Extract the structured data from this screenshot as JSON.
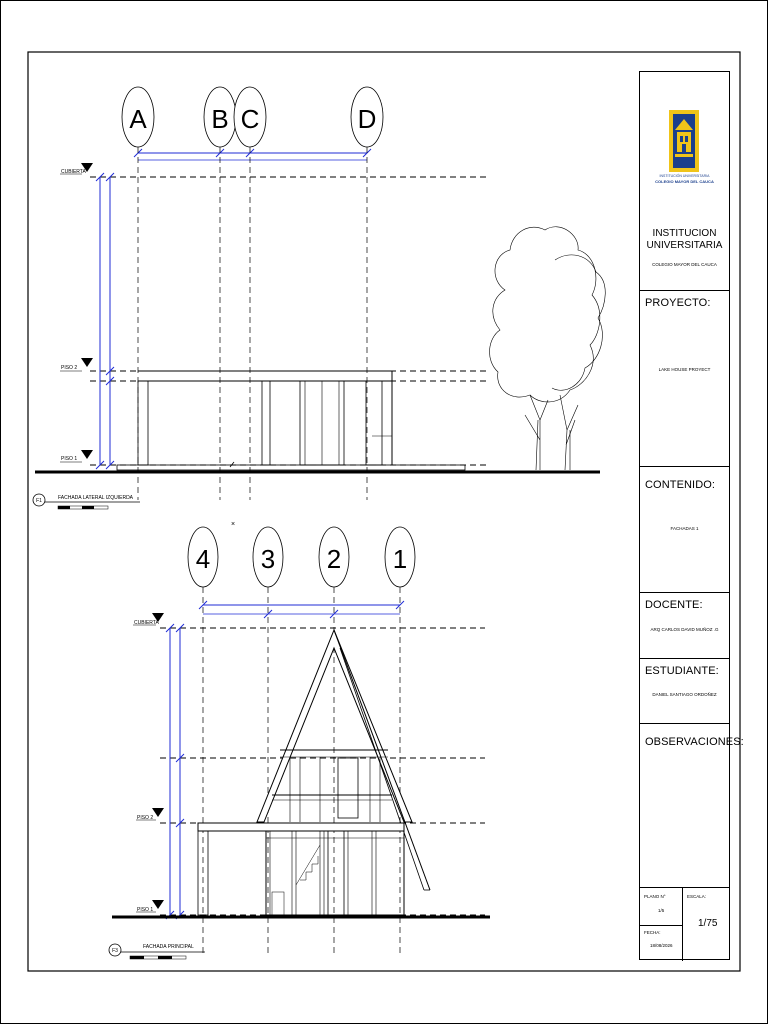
{
  "grid_top": {
    "a": "A",
    "b": "B",
    "c": "C",
    "d": "D"
  },
  "grid_bottom": {
    "g4": "4",
    "g3": "3",
    "g2": "2",
    "g1": "1"
  },
  "levels": {
    "cubierta": "CUBIERTA",
    "piso2": "PISO 2",
    "piso1": "PISO 1"
  },
  "view1": {
    "marker": "F1",
    "title": "FACHADA LATERAL IZQUIERDA"
  },
  "view2": {
    "marker": "F3",
    "title": "FACHADA PRINCIPAL"
  },
  "title_block": {
    "institution_line1": "INSTITUCION",
    "institution_line2": "UNIVERSITARIA",
    "institution_sub": "COLEGIO MAYOR DEL CAUCA",
    "logo_text_line1": "INSTITUCIÓN UNIVERSITARIA",
    "logo_text_line2": "COLEGIO MAYOR DEL CAUCA",
    "proyecto_label": "PROYECTO:",
    "proyecto_value": "LAKE HOUSE PROYECT",
    "contenido_label": "CONTENIDO:",
    "contenido_value": "FACHADAS 1",
    "docente_label": "DOCENTE:",
    "docente_value": "ARQ CARLOS DAVID MUÑOZ .G",
    "estudiante_label": "ESTUDIANTE:",
    "estudiante_value": "DANIEL SANTIAGO ORDOÑEZ",
    "observaciones_label": "OBSERVACIONES:",
    "plano_label": "PLANO N°",
    "plano_value": "1/5",
    "escala_label": "ESCALA:",
    "escala_value": "1/75",
    "fecha_label": "FECHA:",
    "fecha_value": "18/08/2026"
  },
  "colors": {
    "dimension": "#1f2bd6",
    "logo_blue": "#1b3f8c",
    "logo_yellow": "#f0c419"
  }
}
